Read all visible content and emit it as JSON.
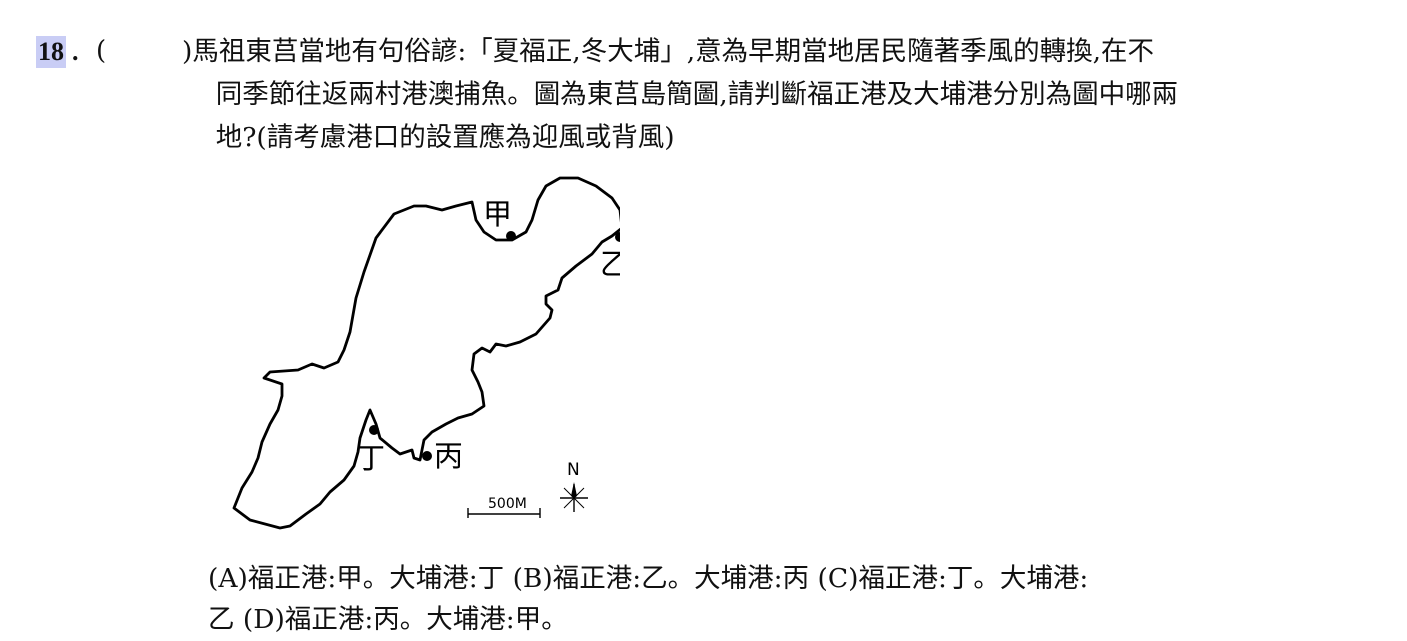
{
  "question": {
    "number": "18",
    "dot": ".",
    "answer_paren": "(",
    "lines": [
      ")馬祖東莒當地有句俗諺:「夏福正,冬大埔」,意為早期當地居民隨著季風的轉換,在不",
      "    同季節往返兩村港澳捕魚。圖為東莒島簡圖,請判斷福正港及大埔港分別為圖中哪兩",
      "    地?(請考慮港口的設置應為迎風或背風)"
    ]
  },
  "map": {
    "labels": {
      "jia": "甲",
      "yi": "乙",
      "bing": "丙",
      "ding": "丁"
    },
    "north": "N",
    "scale": "500M"
  },
  "options": {
    "line1": "(A)福正港:甲。大埔港:丁 (B)福正港:乙。大埔港:丙 (C)福正港:丁。大埔港:",
    "line2": "乙 (D)福正港:丙。大埔港:甲。"
  }
}
